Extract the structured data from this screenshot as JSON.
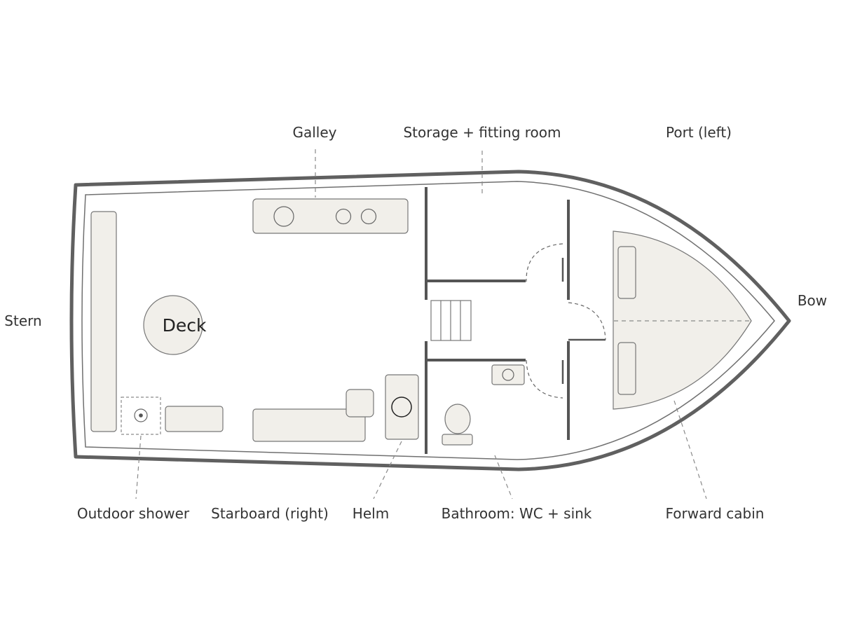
{
  "labels": {
    "galley": "Galley",
    "storage": "Storage + fitting room",
    "port": "Port (left)",
    "stern": "Stern",
    "bow": "Bow",
    "deck": "Deck",
    "outdoor_shower": "Outdoor shower",
    "starboard": "Starboard (right)",
    "helm": "Helm",
    "bathroom": "Bathroom: WC + sink",
    "forward_cabin": "Forward cabin"
  },
  "colors": {
    "hull_stroke": "#606060",
    "furniture_fill": "#f1efea",
    "wall": "#555555",
    "text": "#333333"
  }
}
